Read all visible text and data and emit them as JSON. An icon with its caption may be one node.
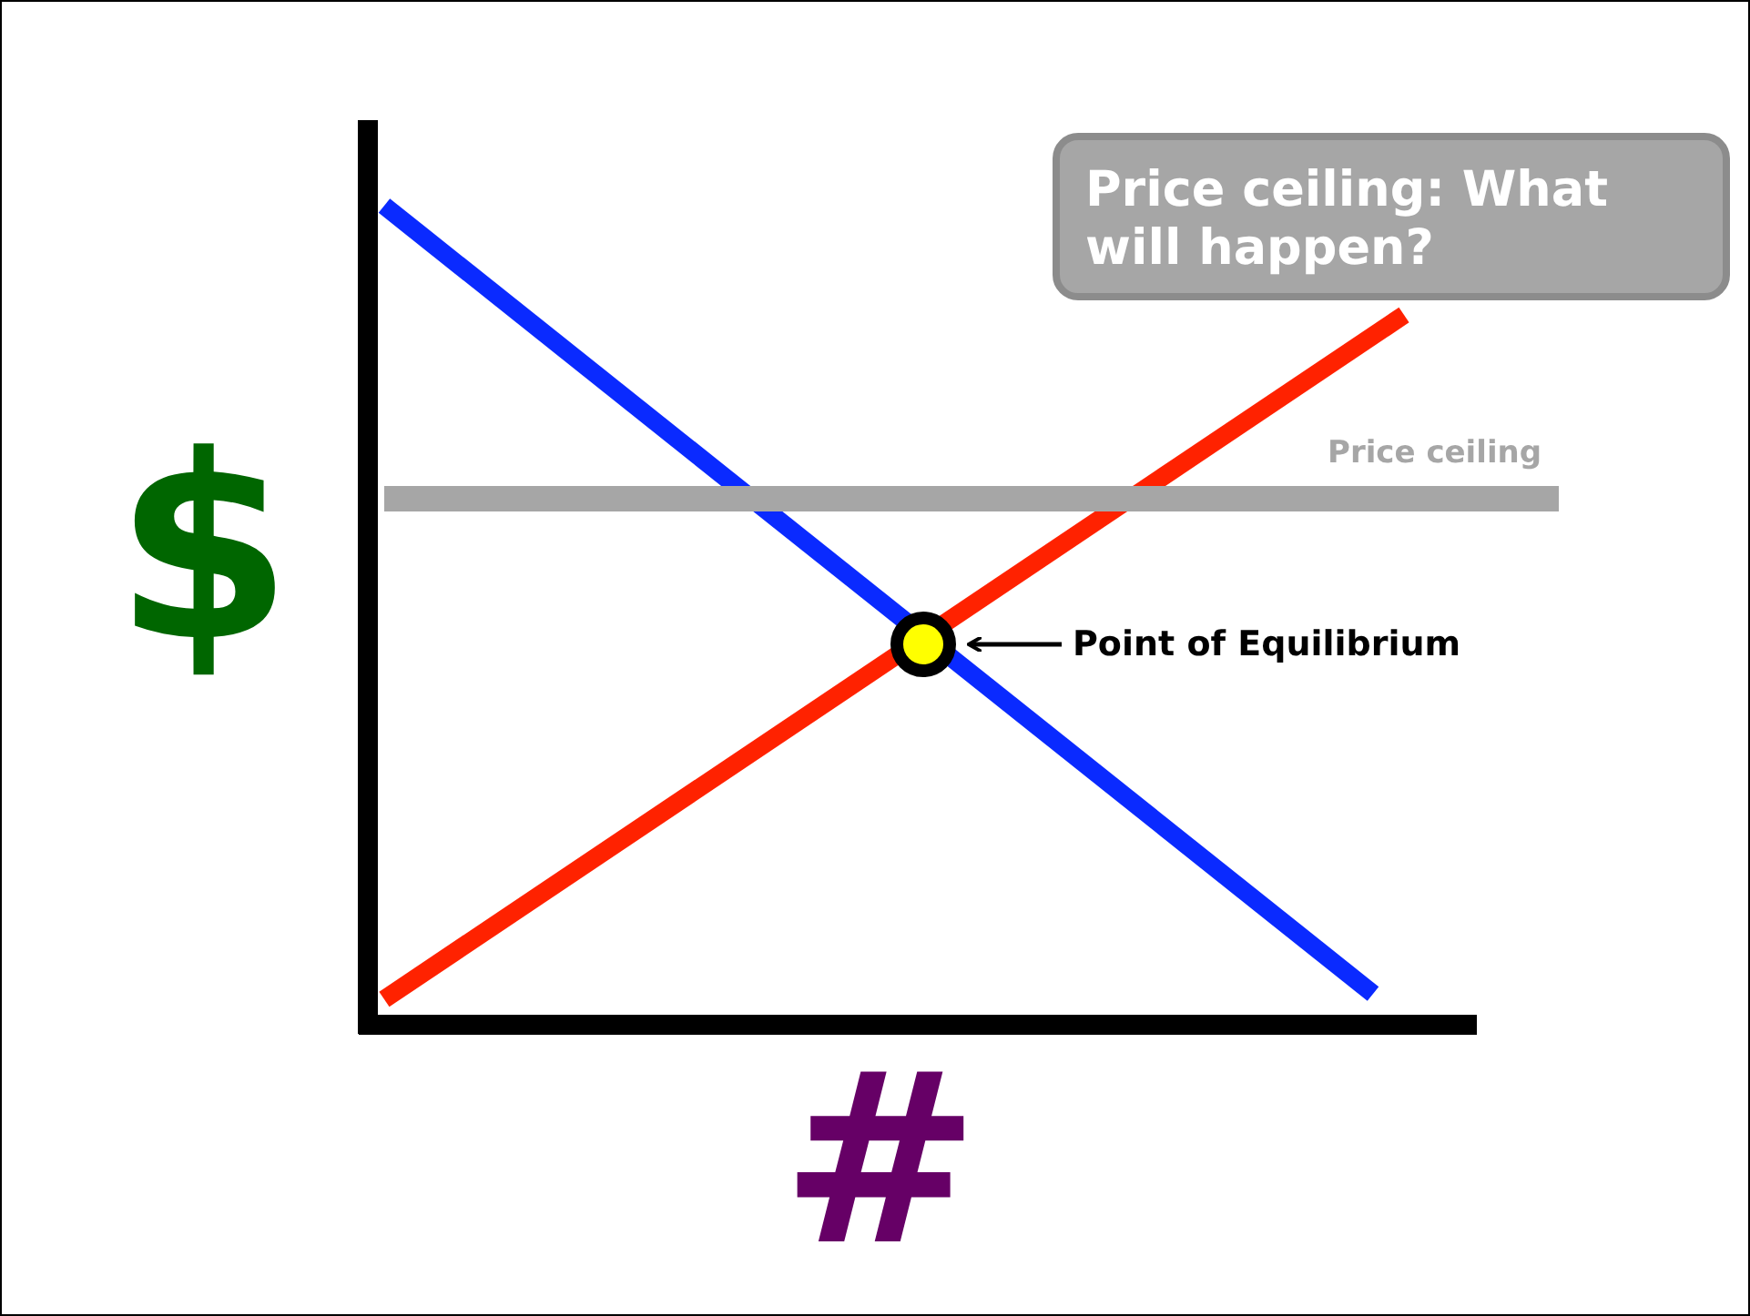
{
  "diagram": {
    "nodes": [
      {
        "text": [
          "Price ceiling: What will happen?"
        ]
      },
      {
        "text": [
          "Point of Equilibrium"
        ]
      },
      {
        "text": [],
        "shape": "circle"
      }
    ],
    "edges": [
      {
        "from": 1,
        "to": 2,
        "arrow": "to"
      }
    ],
    "labels": [
      "Price ceiling",
      "$",
      "#"
    ]
  }
}
